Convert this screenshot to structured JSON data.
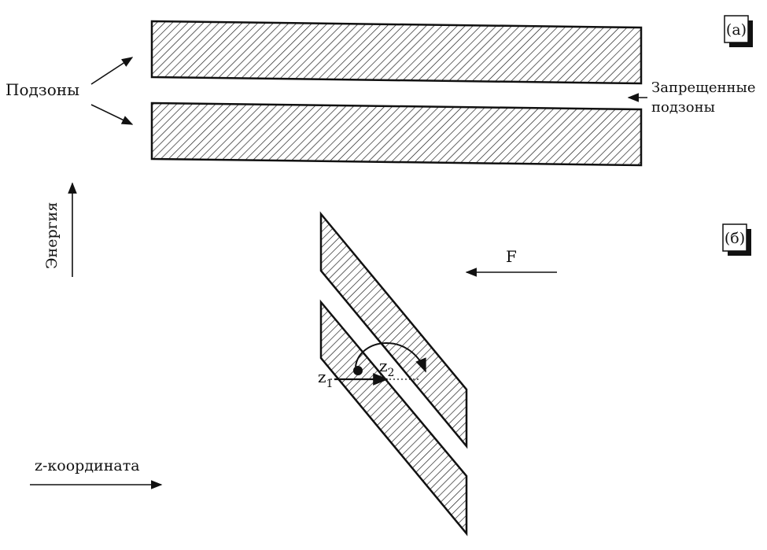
{
  "labels": {
    "panel_a": "(a)",
    "panel_b": "(б)",
    "subbands": "Подзоны",
    "forbidden_line1": "Запрещенные",
    "forbidden_line2": "подзоны",
    "energy": "Энергия",
    "field": "F",
    "z_coord": "z-координата",
    "z1": "z",
    "z1_sub": "1",
    "z2": "z",
    "z2_sub": "2"
  },
  "colors": {
    "ink": "#111111",
    "background": "#ffffff"
  }
}
